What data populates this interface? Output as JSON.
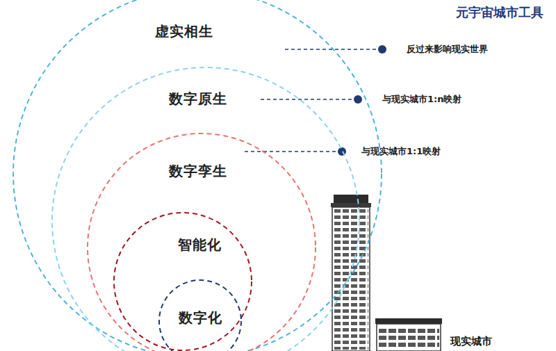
{
  "diagram": {
    "title": "元宇宙城市工具",
    "nodes": [
      {
        "text": [
          "虚实相生"
        ]
      },
      {
        "text": [
          "数字原生"
        ],
        "in": 0
      },
      {
        "text": [
          "数字孪生"
        ],
        "in": 1
      },
      {
        "text": [
          "智能化"
        ],
        "in": 2
      },
      {
        "text": [
          "数字化"
        ],
        "in": 3
      }
    ],
    "labels": [
      "反过来影响现实世界",
      "与现实城市1:n映射",
      "与现实城市1:1映射",
      "现实城市"
    ]
  }
}
